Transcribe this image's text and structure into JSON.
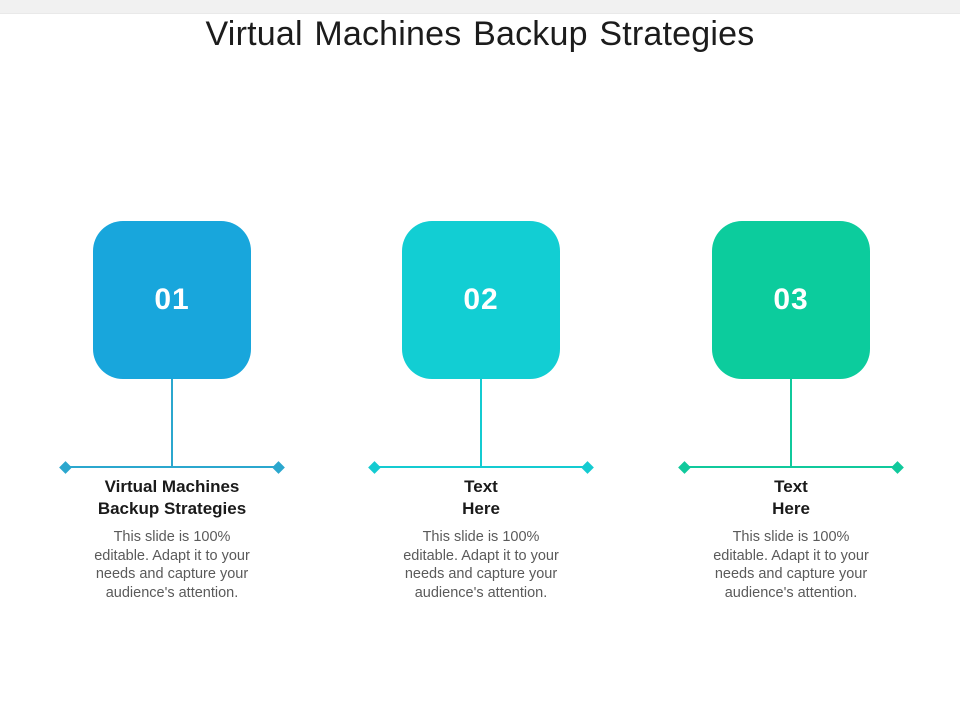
{
  "slide": {
    "title": "Virtual Machines Backup Strategies",
    "items": [
      {
        "number": "01",
        "heading": "Virtual Machines\nBackup Strategies",
        "body": "This slide is 100%\neditable. Adapt it to your\nneeds and capture your\naudience's attention.",
        "square_color": "#18A6DC",
        "line_color": "#2BA7CE"
      },
      {
        "number": "02",
        "heading": "Text\nHere",
        "body": "This slide is 100%\neditable. Adapt it to your\nneeds and capture your\naudience's attention.",
        "square_color": "#12CED3",
        "line_color": "#14CBD1"
      },
      {
        "number": "03",
        "heading": "Text\nHere",
        "body": "This slide is 100%\neditable. Adapt it to your\nneeds and capture your\naudience's attention.",
        "square_color": "#0CCC9D",
        "line_color": "#10C99C"
      }
    ],
    "colors": {
      "number_text": "#FFFFFF",
      "heading_text": "#1A1A1A",
      "body_text": "#5A5A5A",
      "background": "#FFFFFF",
      "top_band": "#F1F1F1"
    }
  }
}
